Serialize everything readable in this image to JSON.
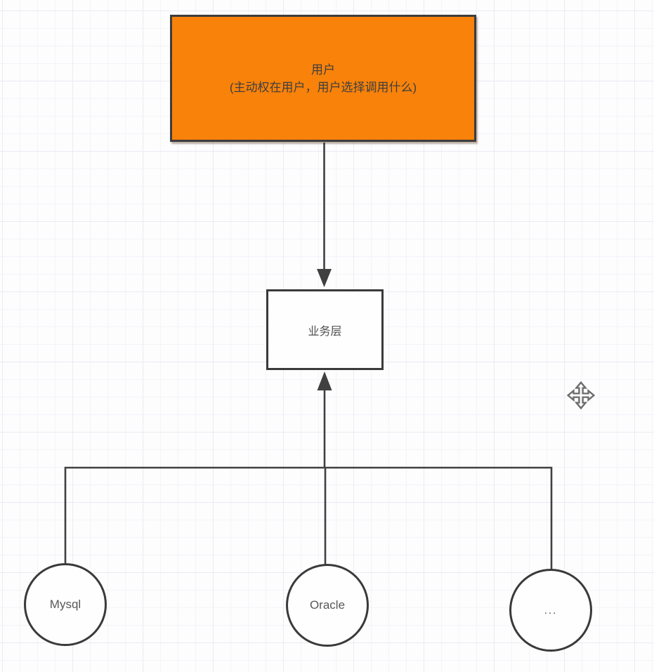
{
  "canvas": {
    "background": "#fdfdfe",
    "grid_minor_color": "#f4f4f9",
    "grid_major_color": "#eaeaf2"
  },
  "diagram": {
    "user_node": {
      "line1": "用户",
      "line2": "(主动权在用户，用户选择调用什么)",
      "fill": "#f8820a",
      "border_color": "#3d3d3d",
      "text_color": "#3f3f3f"
    },
    "business_node": {
      "label": "业务层",
      "fill": "#fefefe",
      "border_color": "#3a3a3a",
      "text_color": "#4f4f4f"
    },
    "db_nodes": [
      {
        "label": "Mysql"
      },
      {
        "label": "Oracle"
      },
      {
        "label": "..."
      }
    ],
    "connector_color": "#404040"
  },
  "icons": {
    "move_cursor": "move-cursor-icon"
  }
}
